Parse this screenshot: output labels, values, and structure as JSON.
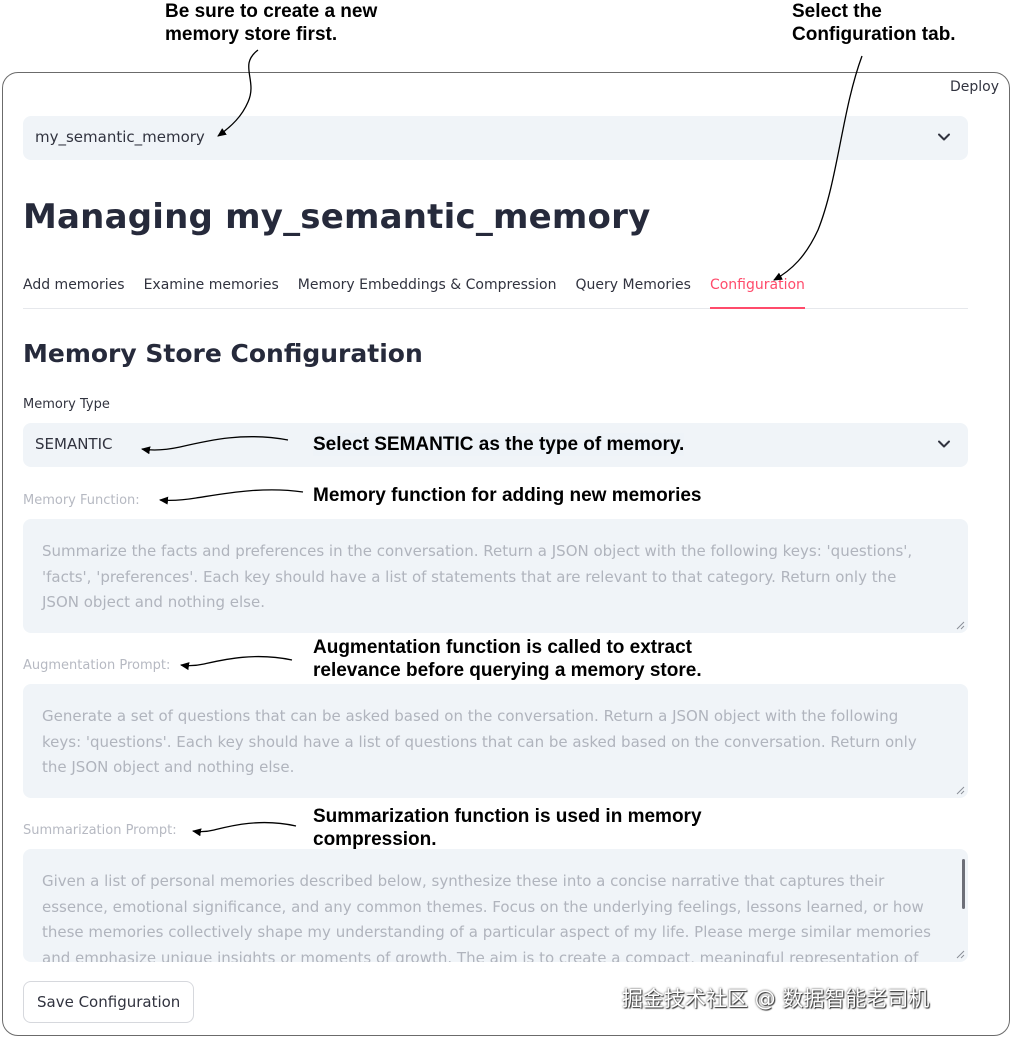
{
  "annotations": {
    "top_left": "Be sure to create a new\nmemory store first.",
    "top_right": "Select the\nConfiguration tab.",
    "memory_type": "Select SEMANTIC as the type of memory.",
    "memory_function": "Memory function for adding new memories",
    "augmentation": "Augmentation function is called to extract\nrelevance before querying a memory store.",
    "summarization": "Summarization function is used in memory\ncompression."
  },
  "header": {
    "deploy_label": "Deploy"
  },
  "store_select": {
    "value": "my_semantic_memory"
  },
  "page_title": "Managing my_semantic_memory",
  "tabs": [
    {
      "label": "Add memories",
      "active": false
    },
    {
      "label": "Examine memories",
      "active": false
    },
    {
      "label": "Memory Embeddings & Compression",
      "active": false
    },
    {
      "label": "Query Memories",
      "active": false
    },
    {
      "label": "Configuration",
      "active": true
    }
  ],
  "config": {
    "section_title": "Memory Store Configuration",
    "memory_type": {
      "label": "Memory Type",
      "value": "SEMANTIC"
    },
    "memory_function": {
      "label": "Memory Function:",
      "placeholder": "Summarize the facts and preferences in the conversation. Return a JSON object with the following keys: 'questions', 'facts', 'preferences'. Each key should have a list of statements that are relevant to that category. Return only the JSON object and nothing else."
    },
    "augmentation_prompt": {
      "label": "Augmentation Prompt:",
      "placeholder": "Generate a set of questions that can be asked based on the conversation. Return a JSON object with the following keys: 'questions'. Each key should have a list of questions that can be asked based on the conversation. Return only the JSON object and nothing else."
    },
    "summarization_prompt": {
      "label": "Summarization Prompt:",
      "placeholder": "Given a list of personal memories described below, synthesize these into a concise narrative that captures their essence, emotional significance, and any common themes. Focus on the underlying feelings, lessons learned, or how these memories collectively shape my understanding of a particular aspect of my life. Please merge similar memories and emphasize unique insights or moments of growth. The aim is to create a compact, meaningful representation of these"
    }
  },
  "save_button_label": "Save Configuration",
  "watermark": "掘金技术社区 @ 数据智能老司机",
  "icons": {
    "select_chevron": "chevron-down-icon",
    "textarea_grip": "resize-grip-icon"
  },
  "colors": {
    "accent": "#ff4b6b",
    "input_bg": "#f0f4f8",
    "text": "#31333f",
    "placeholder": "#b0b4bd"
  }
}
